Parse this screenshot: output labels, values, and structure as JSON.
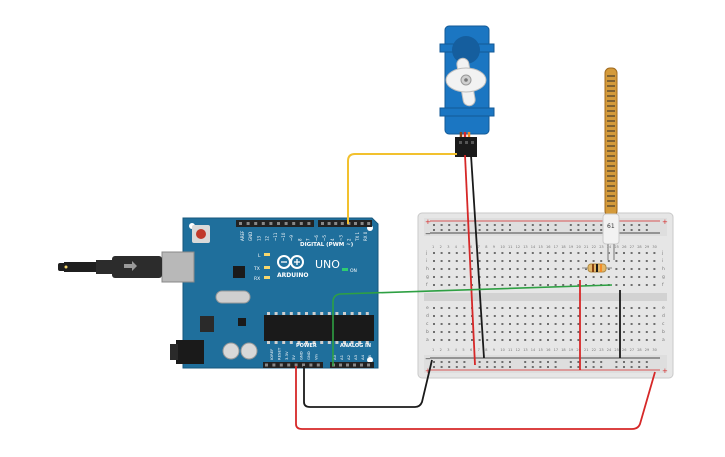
{
  "arduino": {
    "brand": "ARDUINO",
    "model": "UNO",
    "digital_label": "DIGITAL (PWM ~)",
    "power_label": "POWER",
    "analog_label": "ANALOG IN",
    "on_label": "ON",
    "tx_label": "TX",
    "rx_label": "RX",
    "l_label": "L",
    "aref_label": "AREF",
    "gnd_label": "GND",
    "ioref_label": "IOREF",
    "reset_label": "RESET",
    "v33_label": "3.3V",
    "v5_label": "5V",
    "vin_label": "Vin",
    "digital_pins": [
      "13",
      "12",
      "~11",
      "~10",
      "~9",
      "8",
      "7",
      "~6",
      "~5",
      "4",
      "~3",
      "2",
      "TX 1",
      "RX 0"
    ],
    "analog_pins": [
      "A0",
      "A1",
      "A2",
      "A3",
      "A4",
      "A5"
    ]
  },
  "breadboard": {
    "row_letters_top": [
      "j",
      "i",
      "h",
      "g",
      "f"
    ],
    "row_letters_bottom": [
      "e",
      "d",
      "c",
      "b",
      "a"
    ],
    "column_numbers": [
      "1",
      "2",
      "3",
      "4",
      "5",
      "6",
      "7",
      "8",
      "9",
      "10",
      "11",
      "12",
      "13",
      "14",
      "15",
      "16",
      "17",
      "18",
      "19",
      "20",
      "21",
      "22",
      "23",
      "24",
      "25",
      "26",
      "27",
      "28",
      "29",
      "30"
    ],
    "plus": "+",
    "minus": "−"
  },
  "flex_sensor": {
    "label": "61"
  },
  "colors": {
    "board_blue": "#1f6f9c",
    "wire_yellow": "#f2c12e",
    "wire_red": "#d62828",
    "wire_black": "#1a1a1a",
    "wire_green": "#2ea043",
    "servo_blue": "#1b76c2",
    "breadboard": "#e8e8e8"
  },
  "icons": {
    "usb": "usb-plug-icon",
    "power_jack": "dc-power-jack-icon",
    "logo": "infinity-logo-icon"
  }
}
